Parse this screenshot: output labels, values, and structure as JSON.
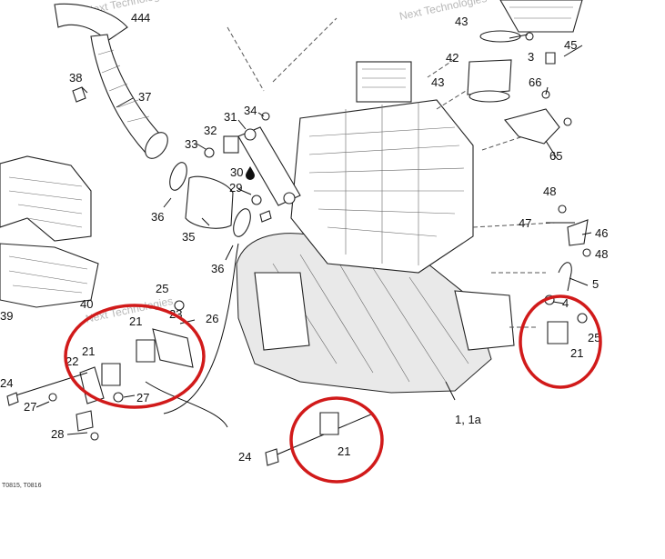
{
  "diagram": {
    "callouts": [
      {
        "id": "c37",
        "text": "37"
      },
      {
        "id": "c38",
        "text": "38"
      },
      {
        "id": "c39",
        "text": "39"
      },
      {
        "id": "c40",
        "text": "40"
      },
      {
        "id": "c36a",
        "text": "36"
      },
      {
        "id": "c36b",
        "text": "36"
      },
      {
        "id": "c35",
        "text": "35"
      },
      {
        "id": "c34",
        "text": "34"
      },
      {
        "id": "c33",
        "text": "33"
      },
      {
        "id": "c32",
        "text": "32"
      },
      {
        "id": "c31",
        "text": "31"
      },
      {
        "id": "c30",
        "text": "30"
      },
      {
        "id": "c29",
        "text": "29"
      },
      {
        "id": "c25a",
        "text": "25"
      },
      {
        "id": "c23",
        "text": "23"
      },
      {
        "id": "c26",
        "text": "26"
      },
      {
        "id": "c24a",
        "text": "24"
      },
      {
        "id": "c21a",
        "text": "21"
      },
      {
        "id": "c21b",
        "text": "21"
      },
      {
        "id": "c22",
        "text": "22"
      },
      {
        "id": "c27a",
        "text": "27"
      },
      {
        "id": "c27b",
        "text": "27"
      },
      {
        "id": "c28",
        "text": "28"
      },
      {
        "id": "c4a",
        "text": "4"
      },
      {
        "id": "c24b",
        "text": "24"
      },
      {
        "id": "c21c",
        "text": "21"
      },
      {
        "id": "c1",
        "text": "1, 1a"
      },
      {
        "id": "c43a",
        "text": "43"
      },
      {
        "id": "c43b",
        "text": "43"
      },
      {
        "id": "c42",
        "text": "42"
      },
      {
        "id": "c3",
        "text": "3"
      },
      {
        "id": "c45",
        "text": "45"
      },
      {
        "id": "c66",
        "text": "66"
      },
      {
        "id": "c65",
        "text": "65"
      },
      {
        "id": "c48a",
        "text": "48"
      },
      {
        "id": "c47",
        "text": "47"
      },
      {
        "id": "c46",
        "text": "46"
      },
      {
        "id": "c48b",
        "text": "48"
      },
      {
        "id": "c5",
        "text": "5"
      },
      {
        "id": "c4b",
        "text": "4"
      },
      {
        "id": "c25b",
        "text": "25"
      },
      {
        "id": "c21d",
        "text": "21"
      },
      {
        "id": "c44",
        "text": "44"
      }
    ],
    "watermark": "Next Technologies",
    "footer_code": "T0815, T0816"
  },
  "highlight_color": "#d11a1a",
  "line_color": "#111111"
}
